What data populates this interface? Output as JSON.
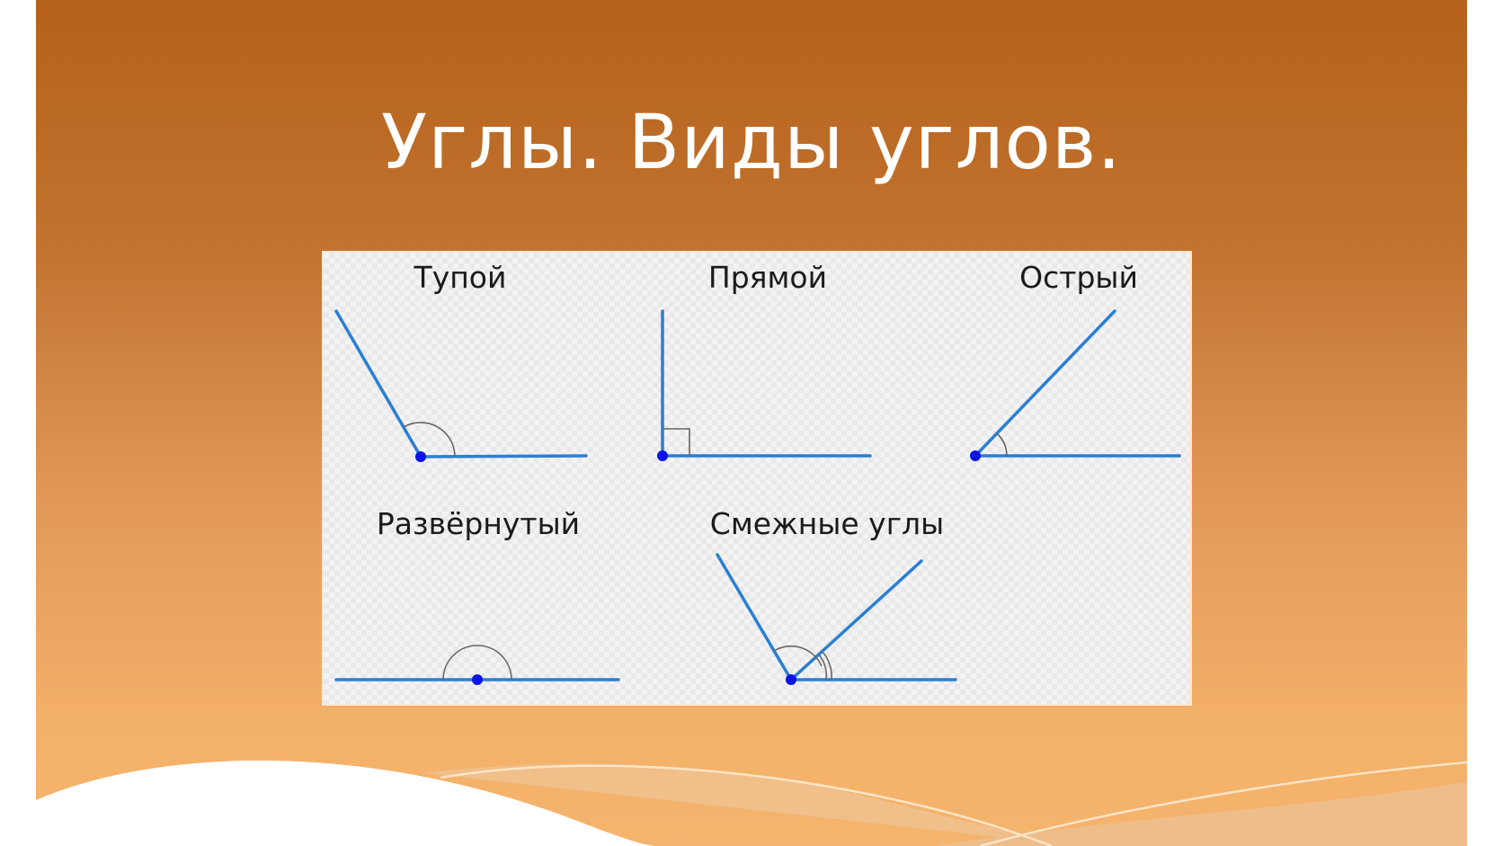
{
  "slide": {
    "title": "Углы. Виды углов.",
    "colors": {
      "background_top": "#b5611a",
      "background_bottom": "#f5b46d",
      "title_text": "#ffffff",
      "ray_color": "#2a7fd4",
      "vertex_color": "#0a14e6",
      "arc_color": "#555555"
    }
  },
  "figure": {
    "angles": [
      {
        "name": "obtuse",
        "label": "Тупой"
      },
      {
        "name": "right",
        "label": "Прямой"
      },
      {
        "name": "acute",
        "label": "Острый"
      },
      {
        "name": "straight",
        "label": "Развёрнутый"
      },
      {
        "name": "adjacent",
        "label": "Смежные углы"
      }
    ]
  }
}
